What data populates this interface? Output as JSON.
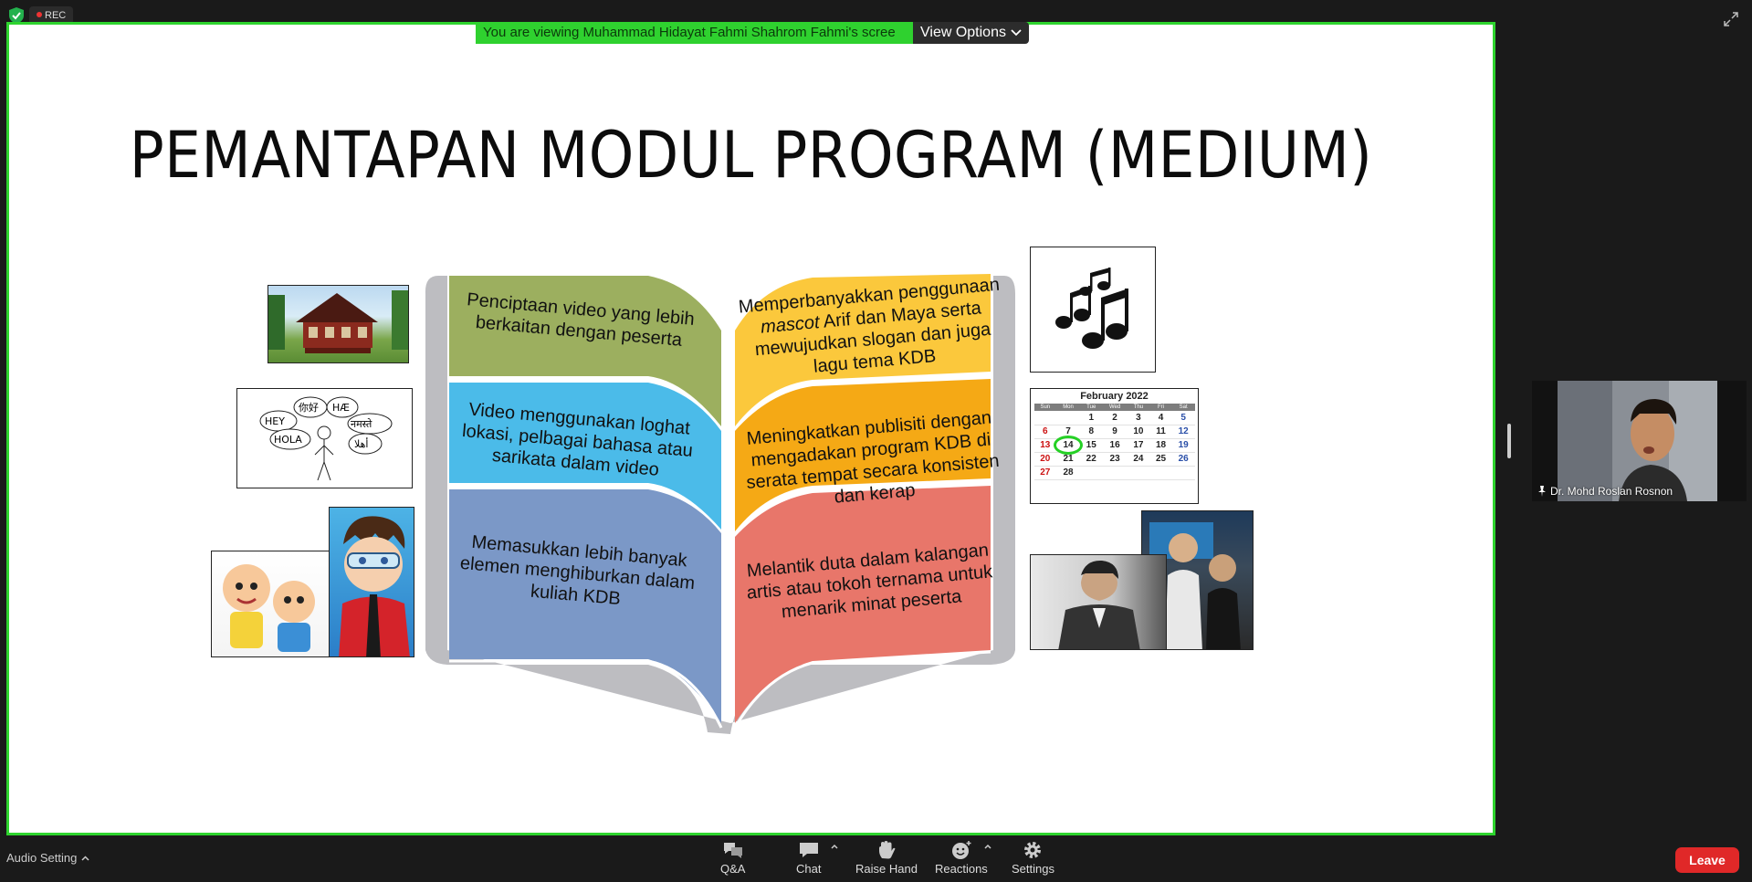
{
  "status": {
    "rec_label": "REC"
  },
  "share": {
    "viewing_text": "You are viewing Muhammad Hidayat Fahmi Shahrom Fahmi's scree",
    "view_options_label": "View Options"
  },
  "slide": {
    "title": "PEMANTAPAN MODUL PROGRAM (MEDIUM)",
    "left_pages": [
      "Penciptaan video yang lebih berkaitan dengan peserta",
      "Video menggunakan loghat lokasi, pelbagai bahasa atau sarikata dalam video",
      "Memasukkan lebih banyak elemen menghiburkan dalam kuliah KDB"
    ],
    "right_page_1": {
      "before": "Memperbanyakkan penggunaan",
      "italic": "mascot",
      "after": " Arif dan Maya serta mewujudkan slogan dan juga lagu tema KDB"
    },
    "right_pages": [
      "Meningkatkan publisiti dengan mengadakan program KDB di serata tempat secara konsisten dan kerap",
      "Melantik duta dalam kalangan artis atau tokoh ternama untuk menarik minat peserta"
    ],
    "speech_bubbles": [
      "HEY",
      "HOLA",
      "HÆ",
      "नमस्ते",
      "أهلا",
      "你好"
    ],
    "calendar": {
      "title": "February 2022",
      "days": [
        "Sun",
        "Mon",
        "Tue",
        "Wed",
        "Thu",
        "Fri",
        "Sat"
      ],
      "rows": [
        [
          "",
          "",
          "1",
          "2",
          "3",
          "4",
          "5"
        ],
        [
          "6",
          "7",
          "8",
          "9",
          "10",
          "11",
          "12"
        ],
        [
          "13",
          "14",
          "15",
          "16",
          "17",
          "18",
          "19"
        ],
        [
          "20",
          "21",
          "22",
          "23",
          "24",
          "25",
          "26"
        ],
        [
          "27",
          "28",
          "",
          "",
          "",
          "",
          ""
        ]
      ],
      "highlighted": "14"
    }
  },
  "participant": {
    "name": "Dr. Mohd Roslan Rosnon"
  },
  "toolbar": {
    "audio_setting": "Audio Setting",
    "qa": "Q&A",
    "chat": "Chat",
    "raise_hand": "Raise Hand",
    "reactions": "Reactions",
    "settings": "Settings",
    "leave": "Leave"
  },
  "colors": {
    "share_border": "#2ed42e",
    "leave": "#e02828",
    "page_green": "#9caf5f",
    "page_blue": "#4bbbe9",
    "page_slate": "#7b98c7",
    "page_yellow": "#fbc83c",
    "page_orange": "#f5a915",
    "page_red": "#e8766a"
  }
}
